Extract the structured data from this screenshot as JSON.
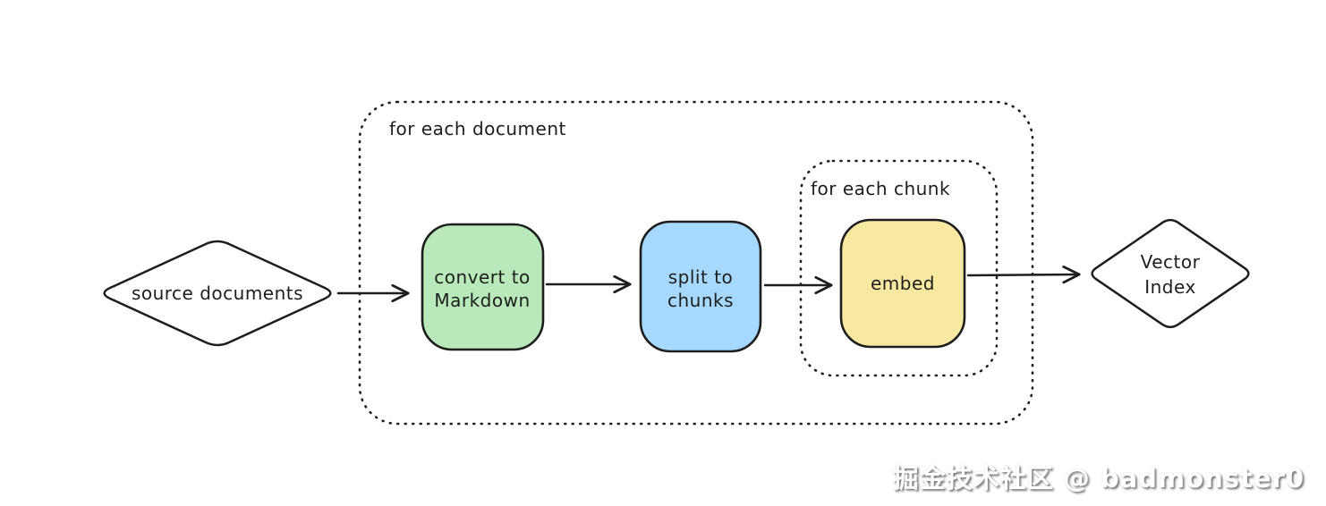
{
  "diagram": {
    "background": "#ffffff",
    "stroke_color": "#1e1e1e",
    "containers": [
      {
        "id": "document-loop",
        "label": "for each document",
        "border_style": "dotted"
      },
      {
        "id": "chunk-loop",
        "label": "for each chunk",
        "border_style": "dotted"
      }
    ],
    "nodes": [
      {
        "id": "source-documents",
        "shape": "diamond",
        "label": "source documents",
        "fill": "#ffffff"
      },
      {
        "id": "convert-to-markdown",
        "shape": "rounded-rect",
        "label": "convert to Markdown",
        "lines": [
          "convert to",
          "Markdown"
        ],
        "fill": "#b9e9ba"
      },
      {
        "id": "split-to-chunks",
        "shape": "rounded-rect",
        "label": "split to chunks",
        "lines": [
          "split to",
          "chunks"
        ],
        "fill": "#a6d9ff"
      },
      {
        "id": "embed",
        "shape": "rounded-rect",
        "label": "embed",
        "fill": "#f9e8a0"
      },
      {
        "id": "vector-index",
        "shape": "diamond",
        "label": "Vector Index",
        "lines": [
          "Vector",
          "Index"
        ],
        "fill": "#ffffff"
      }
    ],
    "edges": [
      {
        "from": "source-documents",
        "to": "convert-to-markdown"
      },
      {
        "from": "convert-to-markdown",
        "to": "split-to-chunks"
      },
      {
        "from": "split-to-chunks",
        "to": "embed"
      },
      {
        "from": "embed",
        "to": "vector-index"
      }
    ]
  },
  "watermark": {
    "text": "掘金技术社区 @ badmonster0",
    "color": "#ffffff"
  }
}
